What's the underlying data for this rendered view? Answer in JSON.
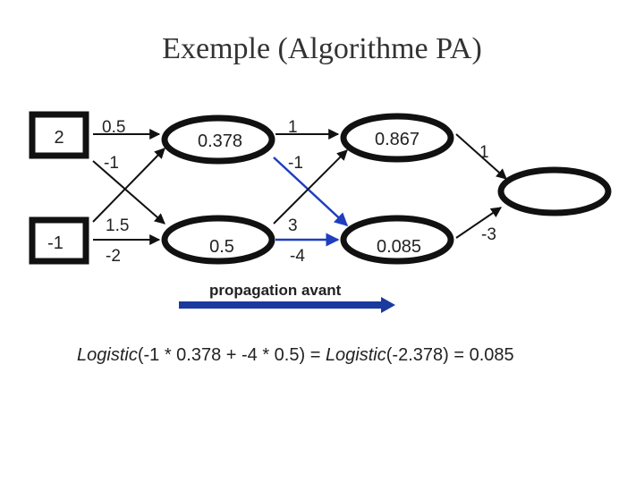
{
  "slide": {
    "title": "Exemple (Algorithme PA)"
  },
  "inputs": [
    {
      "label": "2"
    },
    {
      "label": "-1"
    }
  ],
  "hidden1": [
    {
      "label": "0.378"
    },
    {
      "label": "0.5"
    }
  ],
  "hidden2": [
    {
      "label": "0.867"
    },
    {
      "label": "0.085"
    }
  ],
  "output": {
    "label": ""
  },
  "weights": {
    "w_in1_h1": "0.5",
    "w_in1_h2": "-1",
    "w_in2_h1": "1.5",
    "w_in2_h2": "-2",
    "w_h1a_h2a": "1",
    "w_h1a_h2b": "-1",
    "w_h1b_h2a": "3",
    "w_h1b_h2b": "-4",
    "w_h2a_out": "1",
    "w_h2b_out": "-3"
  },
  "caption": {
    "label": "propagation avant"
  },
  "colors": {
    "highlight": "#1f3fbf",
    "arrow_blue": "#1a3a9e",
    "node_stroke": "#111111"
  },
  "formula": {
    "fn1": "Logistic",
    "args1": "(-1 * 0.378 + -4 * 0.5) = ",
    "fn2": "Logistic",
    "args2": "(-2.378) = 0.085"
  }
}
